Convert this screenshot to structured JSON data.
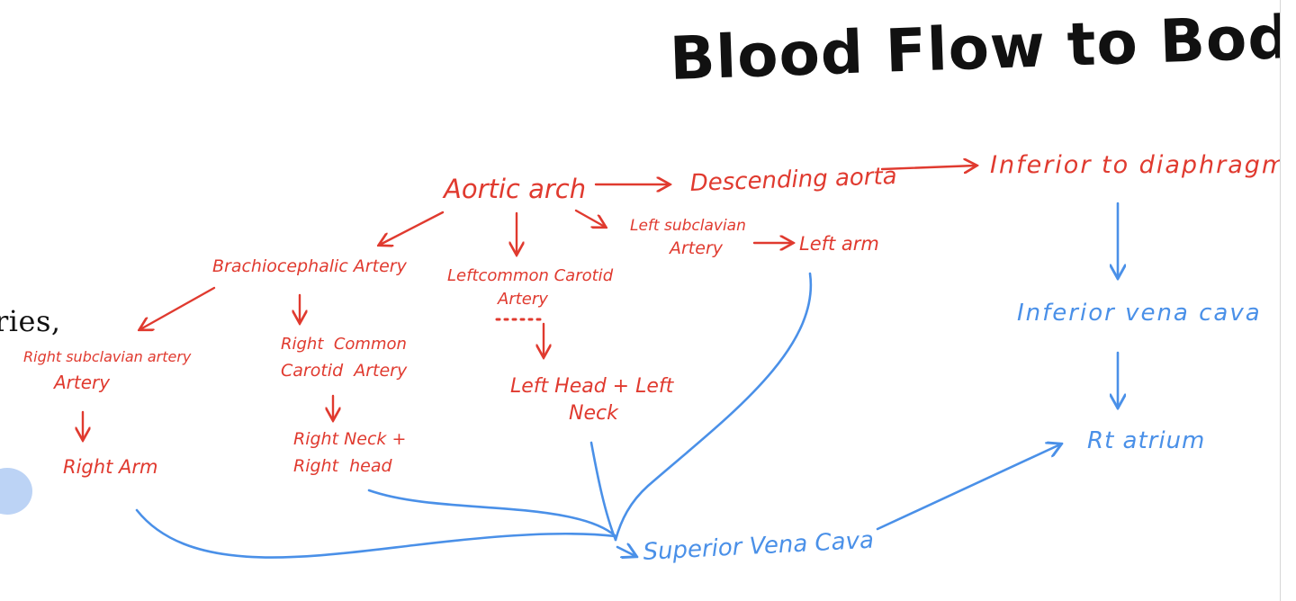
{
  "title": "Blood Flow to Body",
  "document_fragment": "ries,",
  "colors": {
    "title": "#111111",
    "arterial": "#e03a2f",
    "venous": "#4a90e8",
    "dot": "#bcd3f5"
  },
  "nodes": {
    "aortic_arch": "Aortic arch",
    "descending_aorta": "Descending aorta",
    "inferior_diaphragm": "Inferior to diaphragm",
    "left_subclavian_1": "Left subclavian",
    "left_subclavian_2": "Artery",
    "left_arm": "Left arm",
    "brachiocephalic": "Brachiocephalic Artery",
    "left_common_carotid_1": "Leftcommon Carotid",
    "left_common_carotid_2": "Artery",
    "right_subclavian_1": "Right subclavian artery",
    "right_subclavian_2": "Artery",
    "right_common_carotid_1": "Right  Common",
    "right_common_carotid_2": "Carotid  Artery",
    "left_head_neck_1": "Left Head + Left",
    "left_head_neck_2": "Neck",
    "right_arm": "Right Arm",
    "right_neck_head_1": "Right Neck +",
    "right_neck_head_2": "Right  head",
    "inferior_vena_cava": "Inferior vena cava",
    "rt_atrium": "Rt atrium",
    "superior_vena_cava": "Superior Vena Cava"
  }
}
